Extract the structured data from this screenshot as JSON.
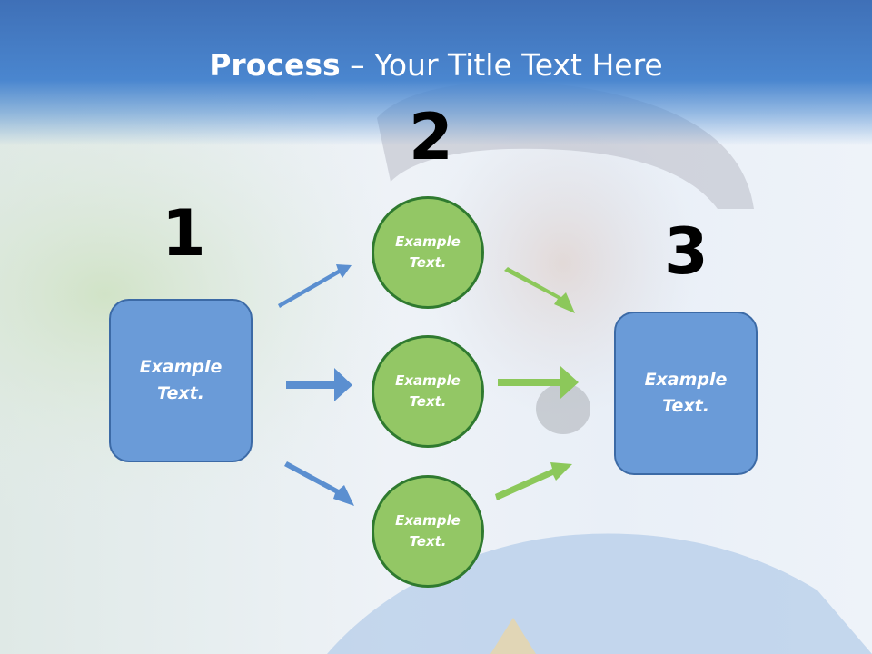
{
  "slide": {
    "title_bold": "Process",
    "title_rest": " – Your Title Text Here"
  },
  "steps": {
    "num1": "1",
    "num2": "2",
    "num3": "3"
  },
  "nodes": {
    "left_box": "Example\nText.",
    "circle_top": "Example\nText.",
    "circle_mid": "Example\nText.",
    "circle_bot": "Example\nText.",
    "right_box": "Example\nText."
  },
  "colors": {
    "box_fill": "#6a9bd8",
    "circle_fill": "#93c765",
    "blue_arrow": "#5b8fd0",
    "green_arrow": "#8cc85a",
    "header": "#4a86cf"
  }
}
